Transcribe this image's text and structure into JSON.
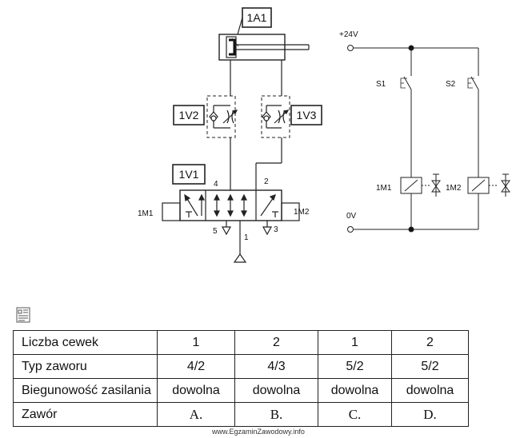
{
  "pneumatic": {
    "actuator_label": "1A1",
    "throttle_left_label": "1V2",
    "throttle_right_label": "1V3",
    "valve_label": "1V1",
    "coil_left_label": "1M1",
    "coil_right_label": "1M2",
    "port_4": "4",
    "port_2": "2",
    "port_5": "5",
    "port_1": "1",
    "port_3": "3"
  },
  "electrical": {
    "supply_label": "+24V",
    "ground_label": "0V",
    "switch_1_label": "S1",
    "switch_2_label": "S2",
    "coil_1_label": "1M1",
    "coil_2_label": "1M2"
  },
  "table": {
    "rows": [
      {
        "label": "Liczba cewek",
        "values": [
          "1",
          "2",
          "1",
          "2"
        ]
      },
      {
        "label": "Typ zaworu",
        "values": [
          "4/2",
          "4/3",
          "5/2",
          "5/2"
        ]
      },
      {
        "label": "Biegunowość zasilania",
        "values": [
          "dowolna",
          "dowolna",
          "dowolna",
          "dowolna"
        ]
      },
      {
        "label": "Zawór",
        "values": [
          "A.",
          "B.",
          "C.",
          "D."
        ]
      }
    ]
  },
  "watermark": "www.EgzaminZawodowy.info"
}
